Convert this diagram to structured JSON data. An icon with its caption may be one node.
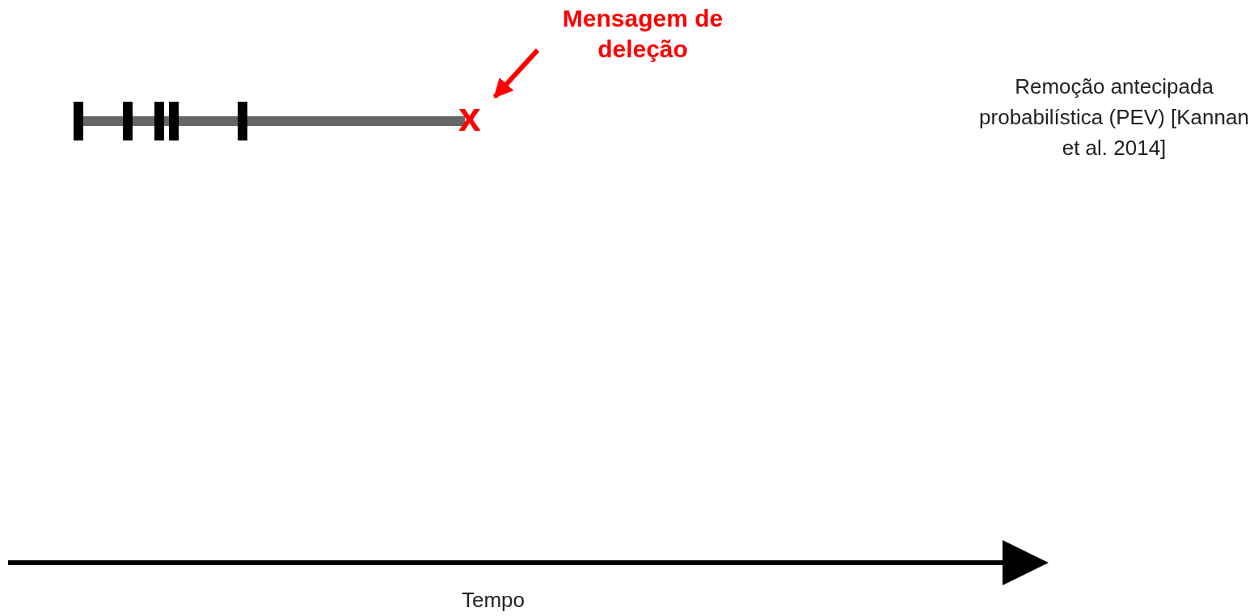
{
  "diagram": {
    "nodes": [
      {
        "text": [
          "Mensagem de deleção"
        ]
      },
      {
        "text": [
          "x"
        ]
      }
    ],
    "edges": [
      {
        "from": 0,
        "to": 1,
        "arrow": "to",
        "color": "#ff0000"
      }
    ],
    "labels": [
      "Remoção antecipada probabilística (PEV) [Kannan et al. 2014]",
      "Tempo"
    ]
  }
}
